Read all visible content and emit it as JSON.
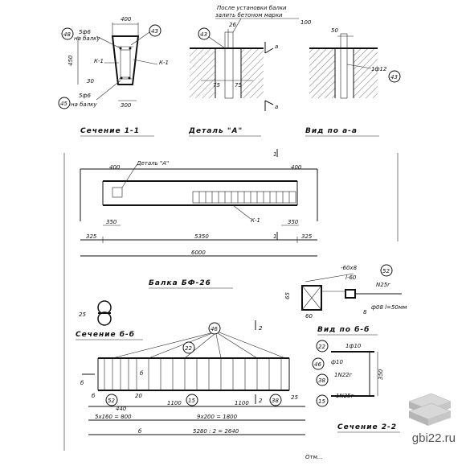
{
  "section11": {
    "title": "Сечение 1-1",
    "dim_top": "400",
    "dim_bottom": "300",
    "dim_height": "450",
    "dim_small": "30",
    "k1_left": "К-1",
    "k1_right": "К-1",
    "bars_top": "5ф6",
    "bars_top_note": "на балку",
    "bars_bottom": "5ф6",
    "bars_bottom_note": "на балку",
    "pos_a": "48",
    "pos_b": "43",
    "pos_c": "45"
  },
  "detailA": {
    "title": "Деталь \"А\"",
    "note_line1": "После установки балки",
    "note_line2": "залить бетоном марки",
    "note_line3": "100",
    "dim_26": "26",
    "dim_75a": "75",
    "dim_75b": "75",
    "pos": "43",
    "arrow_a": "а"
  },
  "viewAA": {
    "title": "Вид по а-а",
    "bar": "1ф12",
    "pos": "43",
    "dim": "50"
  },
  "beam": {
    "detail_label": "Деталь \"А\"",
    "dim_400_left": "400",
    "dim_400_right": "400",
    "dim_350_left": "350",
    "dim_350_right": "350",
    "dim_325_left": "325",
    "dim_325_right": "325",
    "dim_5350": "5350",
    "dim_6000": "6000",
    "k1": "К-1",
    "cut_mark": "1",
    "title": "Балка БФ-26"
  },
  "viewBB": {
    "title": "Вид по б-б",
    "plate": "-60х8",
    "plate2": "l-60",
    "bar": "N25г",
    "dim_60": "60",
    "dim_65": "65",
    "dim_8": "8",
    "weld": "ф08 l=50мм",
    "pos": "52"
  },
  "sectionBB": {
    "title": "Сечение б-б",
    "dim": "25"
  },
  "frame": {
    "pos_top": "46",
    "pos_left": "22",
    "pos_52": "52",
    "pos_15": "15",
    "pos_38": "38",
    "cut2": "2",
    "mark_b": "б",
    "dim_440": "440",
    "dim_20": "20",
    "dim_1100a": "1100",
    "dim_1100b": "1100",
    "dim_25": "25",
    "dim_5x160": "5х160 = 800",
    "dim_9x200": "9х200 = 1800",
    "dim_total": "5280 : 2 = 2640"
  },
  "section22": {
    "title": "Сечение 2-2",
    "pos_22": "22",
    "pos_46": "46",
    "pos_38": "38",
    "pos_15": "15",
    "bar1": "1ф10",
    "bar2": "ф10",
    "bar3": "1N22г",
    "bar4": "1N25г",
    "dim": "350"
  },
  "footer": {
    "partial": "Отм..."
  },
  "brand": {
    "site": "gbi22.ru"
  }
}
